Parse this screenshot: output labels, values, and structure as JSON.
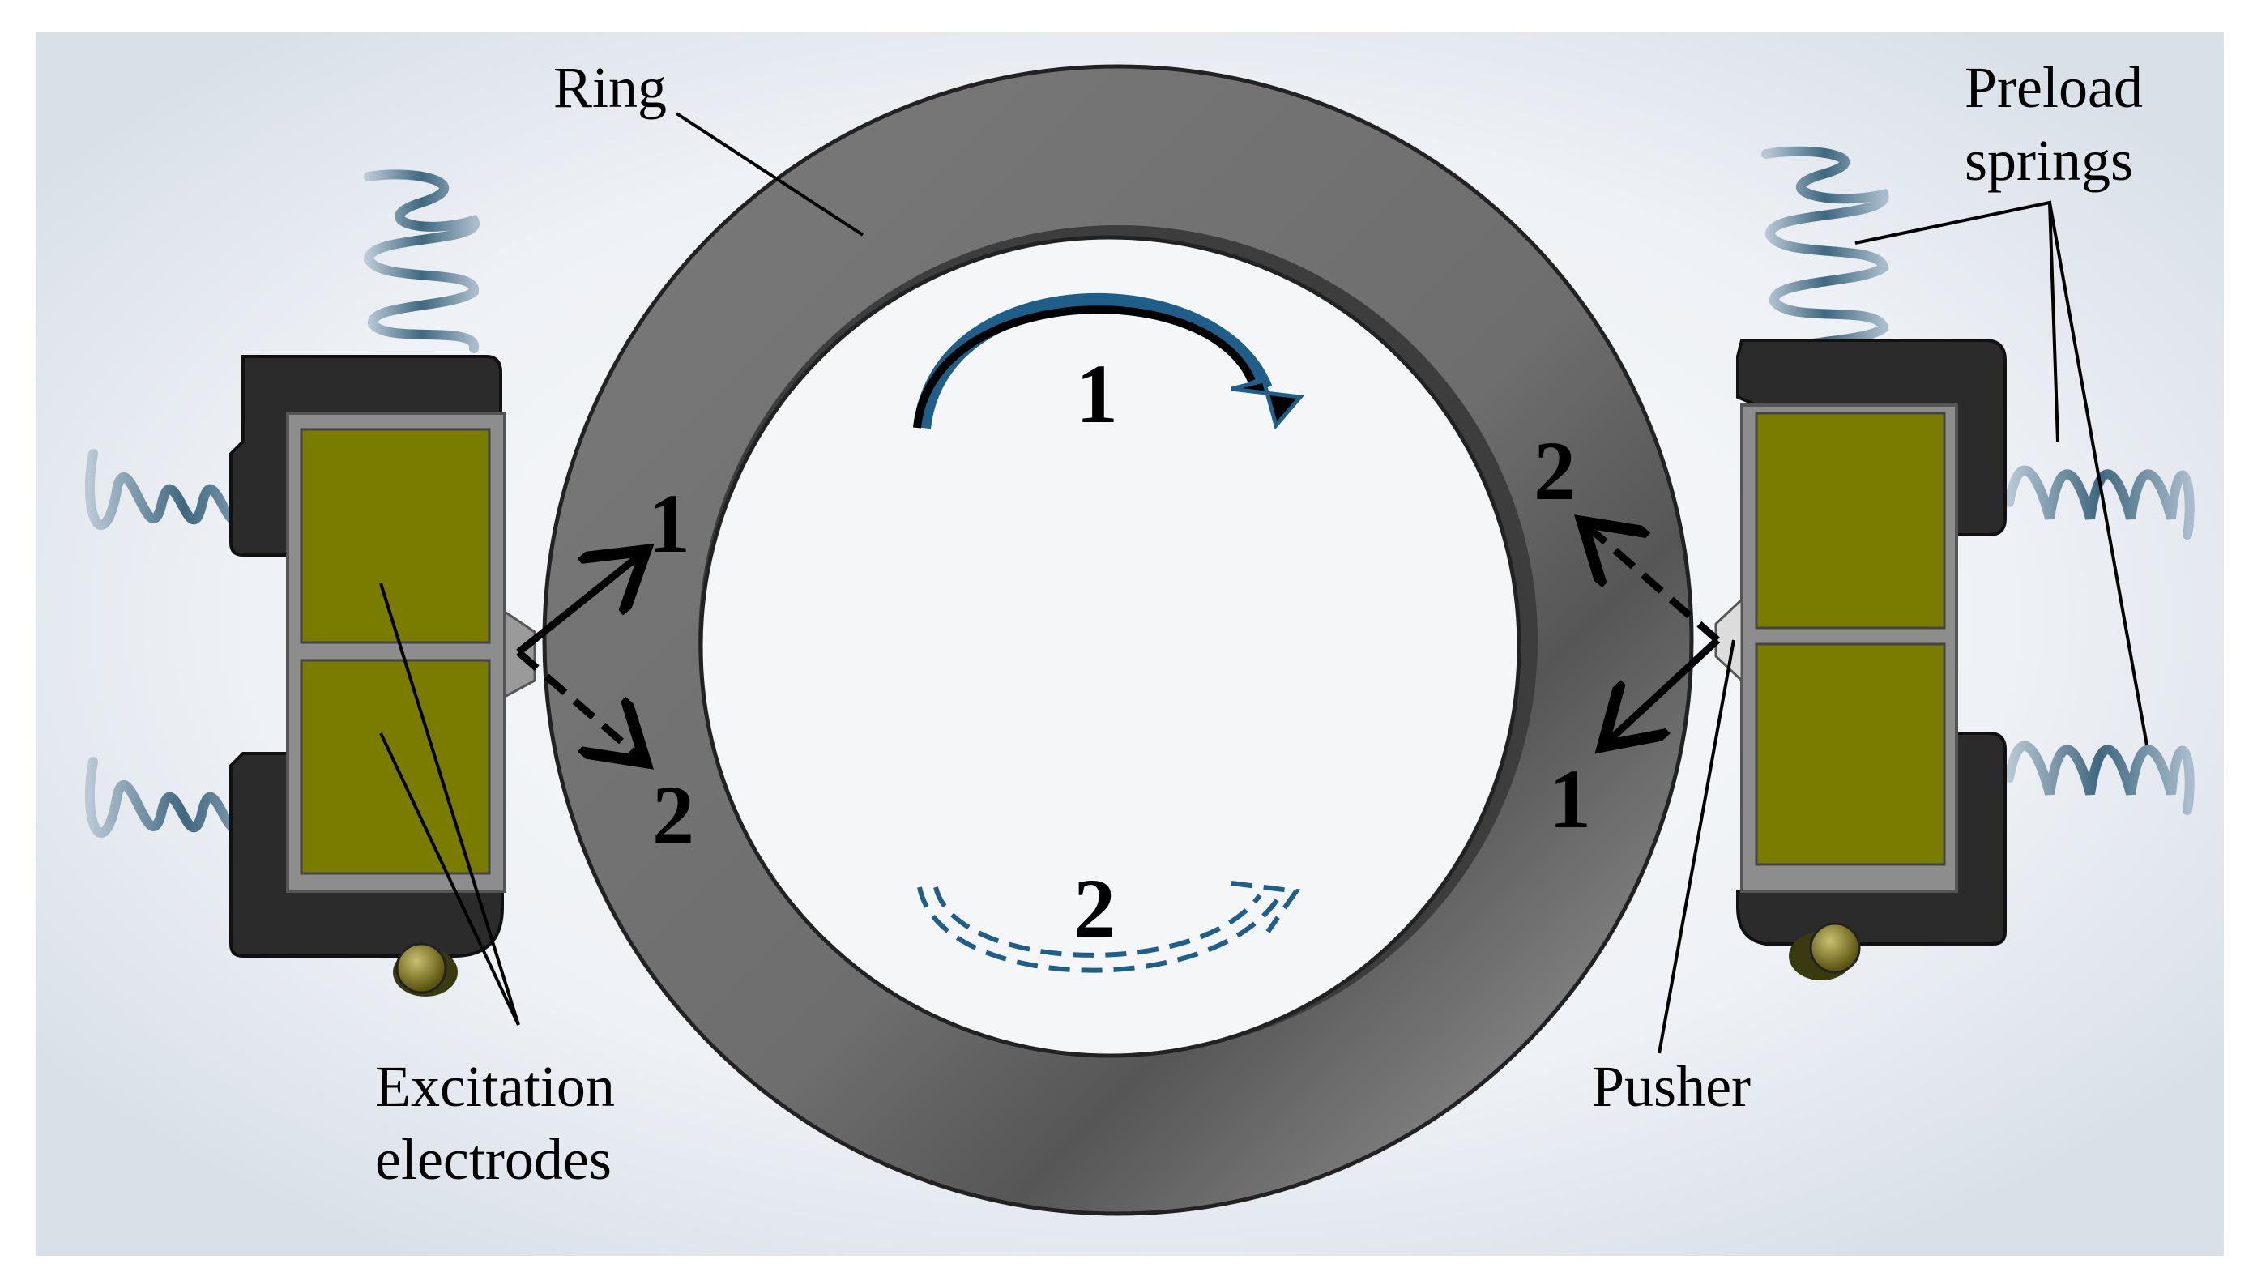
{
  "labels": {
    "ring": "Ring",
    "preload_line1": "Preload",
    "preload_line2": "springs",
    "excitation_line1": "Excitation",
    "excitation_line2": "electrodes",
    "pusher": "Pusher"
  },
  "motion_numbers": {
    "top_direction": "1",
    "bottom_direction": "2",
    "left_vector_1": "1",
    "left_vector_2": "2",
    "right_vector_2": "2",
    "right_vector_1": "1"
  },
  "colors": {
    "background_outer": "#e4e9f0",
    "background_inner": "#f8f9fb",
    "ring": "#777777",
    "ring_dark": "#5b5b5b",
    "ring_hole": "#f4f6f8",
    "electrode": "#7a7c00",
    "housing": "#2b2b2b",
    "frame": "#8d8d8d",
    "spring": "#5c7f95",
    "pin": "#807a20",
    "arrow_blue": "#1f5e88",
    "arrow_black": "#000000"
  }
}
